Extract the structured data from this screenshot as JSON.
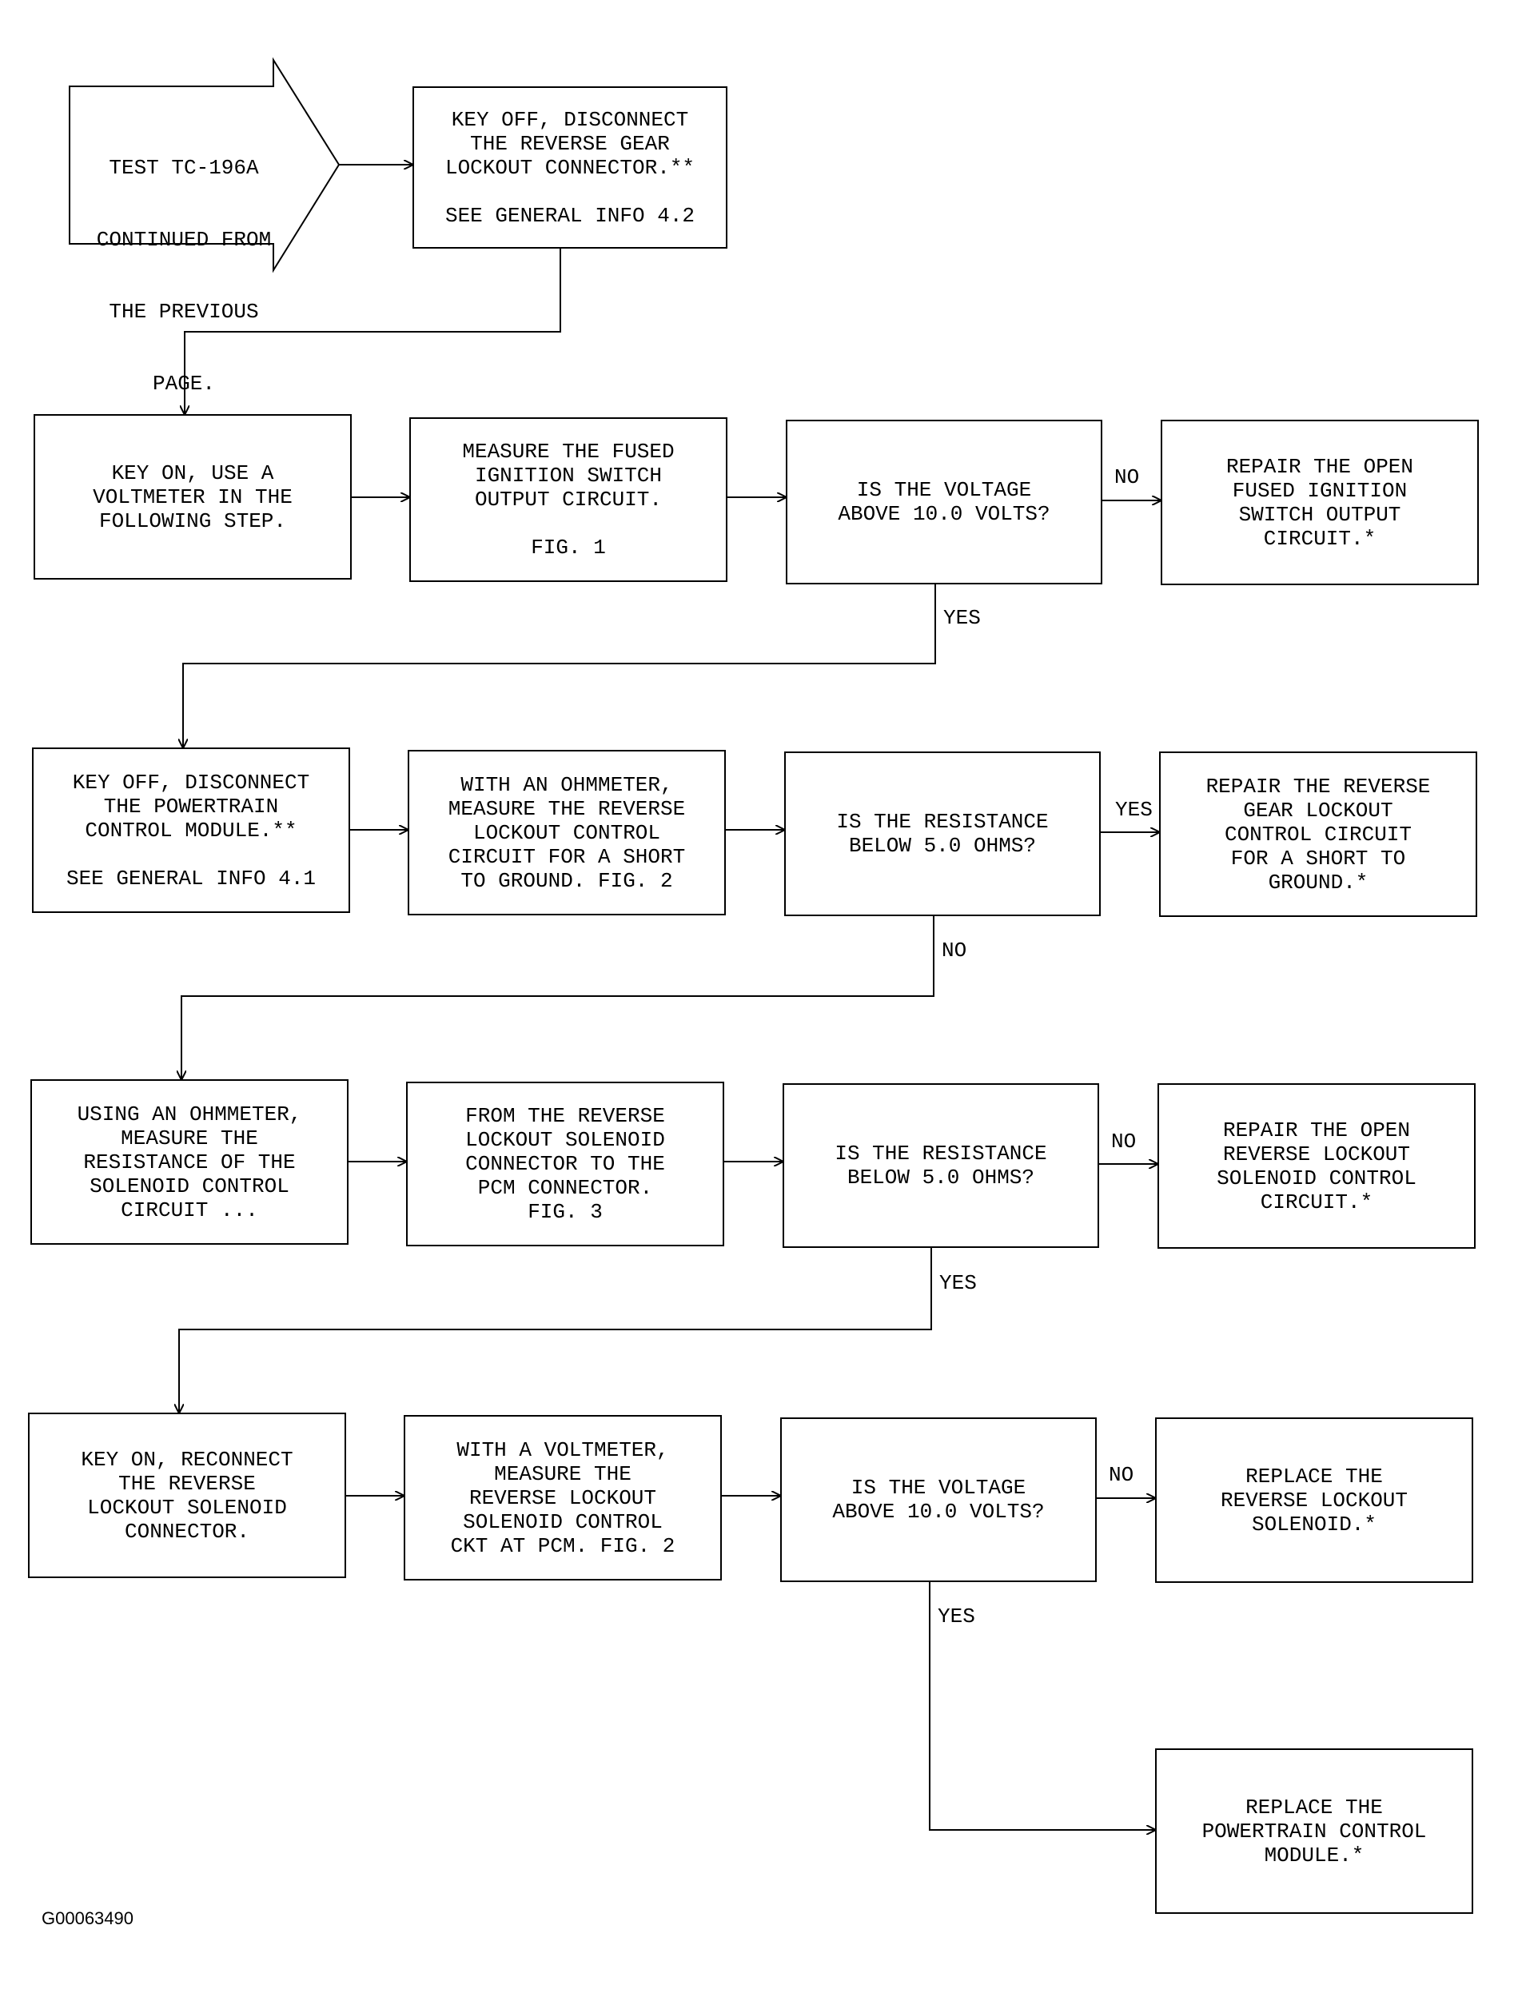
{
  "start": {
    "lines": [
      "TEST TC-196A",
      "CONTINUED FROM",
      "THE PREVIOUS",
      "PAGE."
    ]
  },
  "boxes": [
    {
      "id": "step-disconnect-reverse-lockout",
      "paras": [
        [
          "KEY OFF, DISCONNECT",
          "THE REVERSE GEAR",
          "LOCKOUT CONNECTOR.**"
        ],
        [
          "SEE GENERAL INFO 4.2"
        ]
      ]
    },
    {
      "id": "step-key-on-voltmeter",
      "paras": [
        [
          "KEY ON, USE A",
          "VOLTMETER IN THE",
          "FOLLOWING STEP."
        ]
      ]
    },
    {
      "id": "step-measure-fused-ignition",
      "paras": [
        [
          "MEASURE THE FUSED",
          "IGNITION SWITCH",
          "OUTPUT CIRCUIT."
        ],
        [
          "FIG. 1"
        ]
      ]
    },
    {
      "id": "decision-voltage-1",
      "paras": [
        [
          "IS THE VOLTAGE",
          "ABOVE 10.0 VOLTS?"
        ]
      ]
    },
    {
      "id": "action-repair-open-fused-ignition",
      "paras": [
        [
          "REPAIR THE OPEN",
          "FUSED IGNITION",
          "SWITCH OUTPUT",
          "CIRCUIT.*"
        ]
      ]
    },
    {
      "id": "step-disconnect-pcm",
      "paras": [
        [
          "KEY OFF, DISCONNECT",
          "THE POWERTRAIN",
          "CONTROL MODULE.**"
        ],
        [
          "SEE GENERAL INFO 4.1"
        ]
      ]
    },
    {
      "id": "step-measure-short-to-ground",
      "paras": [
        [
          "WITH AN OHMMETER,",
          "MEASURE THE REVERSE",
          "LOCKOUT CONTROL",
          "CIRCUIT FOR A SHORT",
          "TO GROUND. FIG. 2"
        ]
      ]
    },
    {
      "id": "decision-resistance-1",
      "paras": [
        [
          "IS THE RESISTANCE",
          "BELOW 5.0 OHMS?"
        ]
      ]
    },
    {
      "id": "action-repair-short-to-ground",
      "paras": [
        [
          "REPAIR THE REVERSE",
          "GEAR LOCKOUT",
          "CONTROL CIRCUIT",
          "FOR A SHORT TO",
          "GROUND.*"
        ]
      ]
    },
    {
      "id": "step-measure-solenoid-resistance",
      "paras": [
        [
          "USING AN OHMMETER,",
          "MEASURE THE",
          "RESISTANCE OF THE",
          "SOLENOID CONTROL",
          "CIRCUIT ..."
        ]
      ]
    },
    {
      "id": "step-from-solenoid-to-pcm",
      "paras": [
        [
          "FROM THE REVERSE",
          "LOCKOUT SOLENOID",
          "CONNECTOR TO THE",
          "PCM CONNECTOR.",
          "FIG. 3"
        ]
      ]
    },
    {
      "id": "decision-resistance-2",
      "paras": [
        [
          "IS THE RESISTANCE",
          "BELOW 5.0 OHMS?"
        ]
      ]
    },
    {
      "id": "action-repair-open-solenoid-circuit",
      "paras": [
        [
          "REPAIR THE OPEN",
          "REVERSE LOCKOUT",
          "SOLENOID CONTROL",
          "CIRCUIT.*"
        ]
      ]
    },
    {
      "id": "step-reconnect-solenoid",
      "paras": [
        [
          "KEY ON, RECONNECT",
          "THE REVERSE",
          "LOCKOUT SOLENOID",
          "CONNECTOR."
        ]
      ]
    },
    {
      "id": "step-measure-at-pcm",
      "paras": [
        [
          "WITH A VOLTMETER,",
          "MEASURE THE",
          "REVERSE LOCKOUT",
          "SOLENOID CONTROL",
          "CKT AT PCM. FIG. 2"
        ]
      ]
    },
    {
      "id": "decision-voltage-2",
      "paras": [
        [
          "IS THE VOLTAGE",
          "ABOVE 10.0 VOLTS?"
        ]
      ]
    },
    {
      "id": "action-replace-solenoid",
      "paras": [
        [
          "REPLACE THE",
          "REVERSE LOCKOUT",
          "SOLENOID.*"
        ]
      ]
    },
    {
      "id": "action-replace-pcm",
      "paras": [
        [
          "REPLACE THE",
          "POWERTRAIN CONTROL",
          "MODULE.*"
        ]
      ]
    }
  ],
  "edge_labels": [
    {
      "id": "label-no-voltage-1",
      "text": "NO"
    },
    {
      "id": "label-yes-voltage-1",
      "text": "YES"
    },
    {
      "id": "label-yes-resistance-1",
      "text": "YES"
    },
    {
      "id": "label-no-resistance-1",
      "text": "NO"
    },
    {
      "id": "label-no-resistance-2",
      "text": "NO"
    },
    {
      "id": "label-yes-resistance-2",
      "text": "YES"
    },
    {
      "id": "label-no-voltage-2",
      "text": "NO"
    },
    {
      "id": "label-yes-voltage-2",
      "text": "YES"
    }
  ],
  "figure_id": "G00063490",
  "colors": {
    "line": "#000000",
    "background": "#ffffff"
  }
}
